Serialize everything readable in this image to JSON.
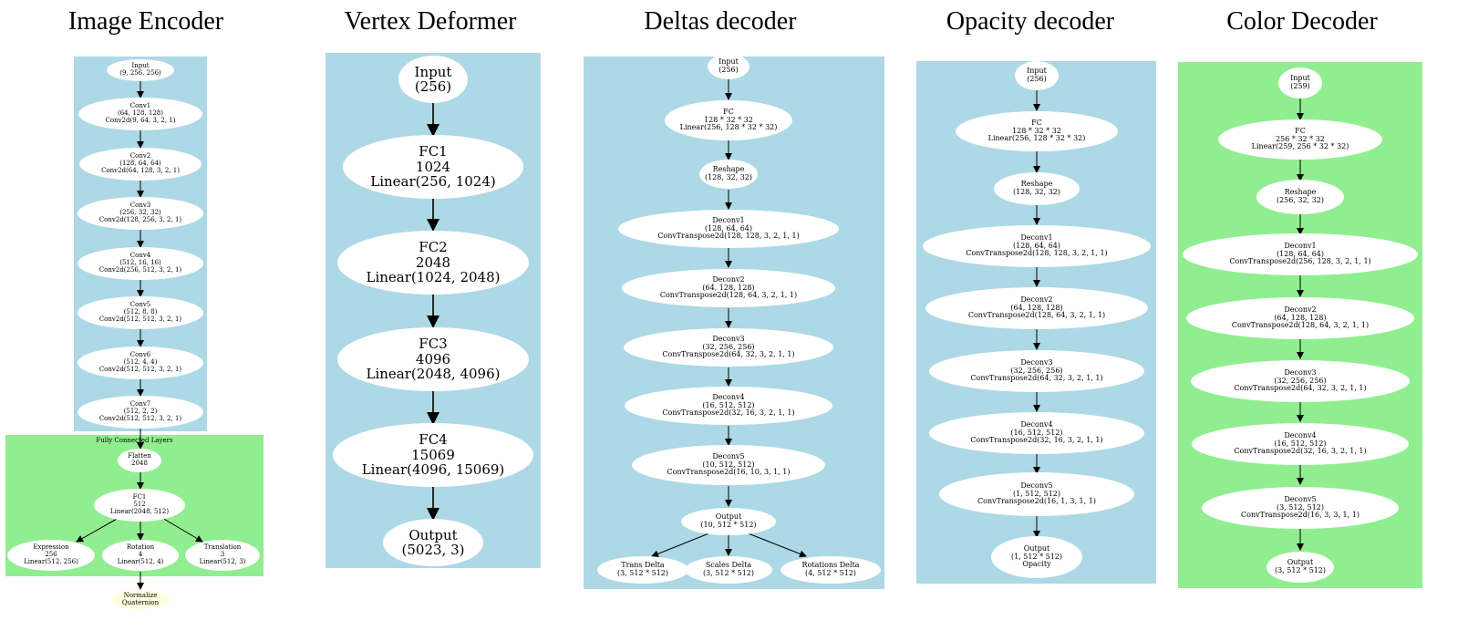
{
  "titles": {
    "image_encoder": "Image Encoder",
    "vertex_deformer": "Vertex Deformer",
    "deltas_decoder": "Deltas decoder",
    "opacity_decoder": "Opacity decoder",
    "color_decoder": "Color Decoder"
  },
  "image_encoder": {
    "cluster_label": "Fully Connected Layers",
    "nodes": [
      [
        "Input",
        "(9, 256, 256)"
      ],
      [
        "Conv1",
        "(64, 128, 128)",
        "Conv2d(9, 64, 3, 2, 1)"
      ],
      [
        "Conv2",
        "(128, 64, 64)",
        "Conv2d(64, 128, 3, 2, 1)"
      ],
      [
        "Conv3",
        "(256, 32, 32)",
        "Conv2d(128, 256, 3, 2, 1)"
      ],
      [
        "Conv4",
        "(512, 16, 16)",
        "Conv2d(256, 512, 3, 2, 1)"
      ],
      [
        "Conv5",
        "(512, 8, 8)",
        "Conv2d(512, 512, 3, 2, 1)"
      ],
      [
        "Conv6",
        "(512, 4, 4)",
        "Conv2d(512, 512, 3, 2, 1)"
      ],
      [
        "Conv7",
        "(512, 2, 2)",
        "Conv2d(512, 512, 3, 2, 1)"
      ],
      [
        "Flatten",
        "2048"
      ],
      [
        "FC1",
        "512",
        "Linear(2048, 512)"
      ],
      [
        "Expression",
        "256",
        "Linear(512, 256)"
      ],
      [
        "Rotation",
        "4",
        "Linear(512, 4)"
      ],
      [
        "Translation",
        "3",
        "Linear(512, 3)"
      ],
      [
        "Normalize",
        "Quaternion"
      ]
    ]
  },
  "vertex_deformer": {
    "nodes": [
      [
        "Input",
        "(256)"
      ],
      [
        "FC1",
        "1024",
        "Linear(256, 1024)"
      ],
      [
        "FC2",
        "2048",
        "Linear(1024, 2048)"
      ],
      [
        "FC3",
        "4096",
        "Linear(2048, 4096)"
      ],
      [
        "FC4",
        "15069",
        "Linear(4096, 15069)"
      ],
      [
        "Output",
        "(5023, 3)"
      ]
    ]
  },
  "deltas_decoder": {
    "nodes": [
      [
        "Input",
        "(256)"
      ],
      [
        "FC",
        "128 * 32 * 32",
        "Linear(256, 128 * 32 * 32)"
      ],
      [
        "Reshape",
        "(128, 32, 32)"
      ],
      [
        "Deconv1",
        "(128, 64, 64)",
        "ConvTranspose2d(128, 128, 3, 2, 1, 1)"
      ],
      [
        "Deconv2",
        "(64, 128, 128)",
        "ConvTranspose2d(128, 64, 3, 2, 1, 1)"
      ],
      [
        "Deconv3",
        "(32, 256, 256)",
        "ConvTranspose2d(64, 32, 3, 2, 1, 1)"
      ],
      [
        "Deconv4",
        "(16, 512, 512)",
        "ConvTranspose2d(32, 16, 3, 2, 1, 1)"
      ],
      [
        "Deconv5",
        "(10, 512, 512)",
        "ConvTranspose2d(16, 10, 3, 1, 1)"
      ],
      [
        "Output",
        "(10, 512 * 512)"
      ],
      [
        "Trans Delta",
        "(3, 512 * 512)"
      ],
      [
        "Scales Delta",
        "(3, 512 * 512)"
      ],
      [
        "Rotations Delta",
        "(4, 512 * 512)"
      ]
    ]
  },
  "opacity_decoder": {
    "nodes": [
      [
        "Input",
        "(256)"
      ],
      [
        "FC",
        "128 * 32 * 32",
        "Linear(256, 128 * 32 * 32)"
      ],
      [
        "Reshape",
        "(128, 32, 32)"
      ],
      [
        "Deconv1",
        "(128, 64, 64)",
        "ConvTranspose2d(128, 128, 3, 2, 1, 1)"
      ],
      [
        "Deconv2",
        "(64, 128, 128)",
        "ConvTranspose2d(128, 64, 3, 2, 1, 1)"
      ],
      [
        "Deconv3",
        "(32, 256, 256)",
        "ConvTranspose2d(64, 32, 3, 2, 1, 1)"
      ],
      [
        "Deconv4",
        "(16, 512, 512)",
        "ConvTranspose2d(32, 16, 3, 2, 1, 1)"
      ],
      [
        "Deconv5",
        "(1, 512, 512)",
        "ConvTranspose2d(16, 1, 3, 1, 1)"
      ],
      [
        "Output",
        "(1, 512 * 512)",
        "Opacity"
      ]
    ]
  },
  "color_decoder": {
    "nodes": [
      [
        "Input",
        "(259)"
      ],
      [
        "FC",
        "256 * 32 * 32",
        "Linear(259, 256 * 32 * 32)"
      ],
      [
        "Reshape",
        "(256, 32, 32)"
      ],
      [
        "Deconv1",
        "(128, 64, 64)",
        "ConvTranspose2d(256, 128, 3, 2, 1, 1)"
      ],
      [
        "Deconv2",
        "(64, 128, 128)",
        "ConvTranspose2d(128, 64, 3, 2, 1, 1)"
      ],
      [
        "Deconv3",
        "(32, 256, 256)",
        "ConvTranspose2d(64, 32, 3, 2, 1, 1)"
      ],
      [
        "Deconv4",
        "(16, 512, 512)",
        "ConvTranspose2d(32, 16, 3, 2, 1, 1)"
      ],
      [
        "Deconv5",
        "(3, 512, 512)",
        "ConvTranspose2d(16, 3, 3, 1, 1)"
      ],
      [
        "Output",
        "(3, 512 * 512)"
      ]
    ]
  },
  "colors": {
    "blue_panel": "#add8e6",
    "green_panel": "#90ee90",
    "node_fill": "#ffffff",
    "quaternion_fill": "#ffffe0"
  }
}
